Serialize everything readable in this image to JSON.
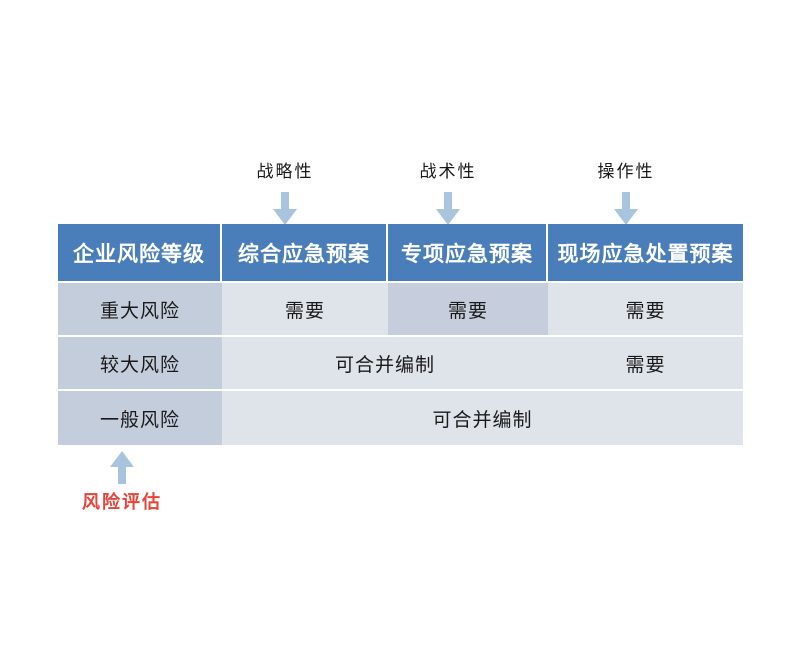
{
  "table": {
    "columns": [
      "企业风险等级",
      "综合应急预案",
      "专项应急预案",
      "现场应急处置预案"
    ],
    "rows": [
      {
        "level": "重大风险",
        "cells": [
          {
            "text": "需要",
            "style": "plain"
          },
          {
            "text": "需要",
            "style": "accent"
          },
          {
            "text": "需要",
            "style": "plain"
          }
        ]
      },
      {
        "level": "较大风险",
        "cells": [
          {
            "text": "可合并编制",
            "style": "plain",
            "span": 2
          },
          {
            "text": "需要",
            "style": "plain"
          }
        ]
      },
      {
        "level": "一般风险",
        "cells": [
          {
            "text": "可合并编制",
            "style": "plain",
            "span": 3
          }
        ]
      }
    ]
  },
  "annotations": {
    "top": [
      {
        "label": "战略性",
        "target_column": "综合应急预案",
        "icon": "arrow-down-icon"
      },
      {
        "label": "战术性",
        "target_column": "专项应急预案",
        "icon": "arrow-down-icon"
      },
      {
        "label": "操作性",
        "target_column": "现场应急处置预案",
        "icon": "arrow-down-icon"
      }
    ],
    "bottom": {
      "label": "风险评估",
      "target_column": "企业风险等级",
      "icon": "arrow-up-icon"
    }
  },
  "colors": {
    "header_blue": "#4a7ebb",
    "row_header_fill": "#c4cddc",
    "cell_fill": "#dfe3ea",
    "cell_accent_fill": "#c6cedd",
    "arrow_blue": "#a8c4de",
    "annotation_red": "#e8443a",
    "background": "#ffffff"
  }
}
